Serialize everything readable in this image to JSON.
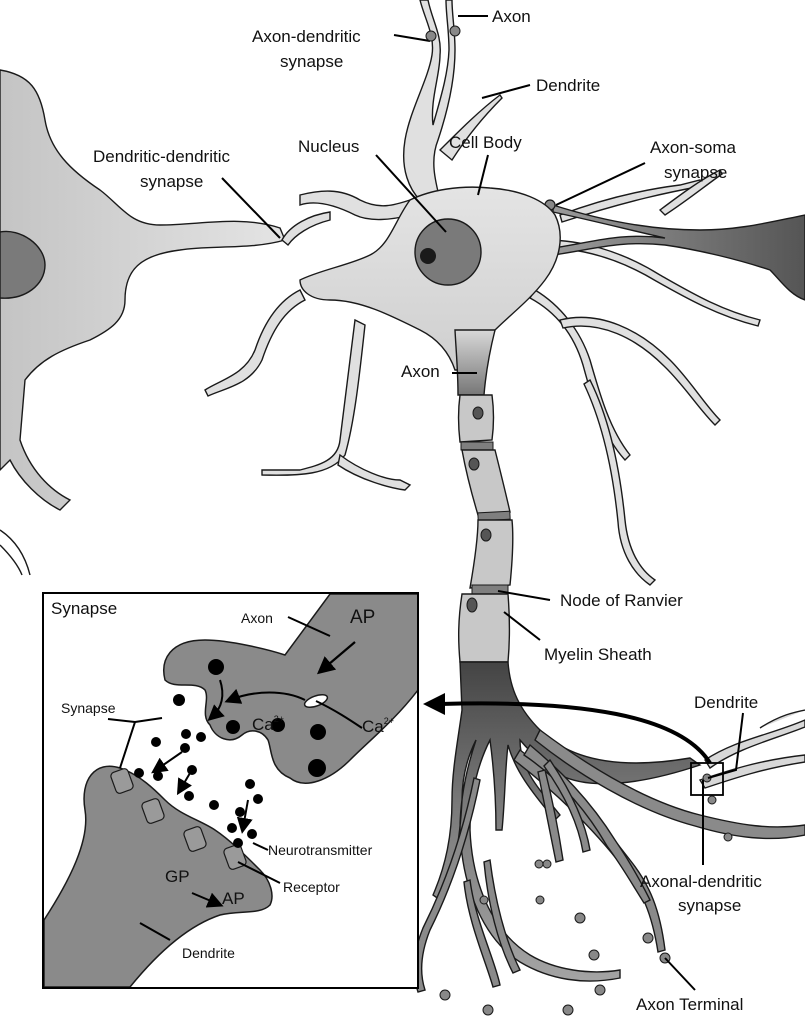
{
  "colors": {
    "cell_fill": "#dcdcdc",
    "cell_fill_light": "#e6e6e6",
    "nucleus": "#7a7a7a",
    "nucleolus": "#1a1a1a",
    "axon_dark": "#555555",
    "axon_mid": "#8c8c8c",
    "myelin": "#c8c8c8",
    "node": "#7f7f7f",
    "synapse_fill": "#8a8a8a",
    "outline": "#1a1a1a",
    "background": "#ffffff"
  },
  "labels": {
    "axon_top": "Axon",
    "axon_dendritic_synapse": [
      "Axon-dendritic",
      "synapse"
    ],
    "dendrite_top": "Dendrite",
    "nucleus": "Nucleus",
    "cell_body": "Cell Body",
    "axon_soma_synapse": [
      "Axon-soma",
      "synapse"
    ],
    "dendritic_dendritic_synapse": [
      "Dendritic-dendritic",
      "synapse"
    ],
    "axon_main": "Axon",
    "node_of_ranvier": "Node of Ranvier",
    "myelin_sheath": "Myelin Sheath",
    "dendrite_right": "Dendrite",
    "axonal_dendritic_synapse": [
      "Axonal-dendritic",
      "synapse"
    ],
    "axon_terminal": "Axon Terminal"
  },
  "inset": {
    "title": "Synapse",
    "axon": "Axon",
    "ap_top": "AP",
    "synapse": "Synapse",
    "ca_inside": "Ca",
    "ca_inside_sup": "2+",
    "ca_outside": "Ca",
    "ca_outside_sup": "2+",
    "neurotransmitter": "Neurotransmitter",
    "receptor": "Receptor",
    "gp": "GP",
    "ap_bottom": "AP",
    "dendrite": "Dendrite"
  }
}
